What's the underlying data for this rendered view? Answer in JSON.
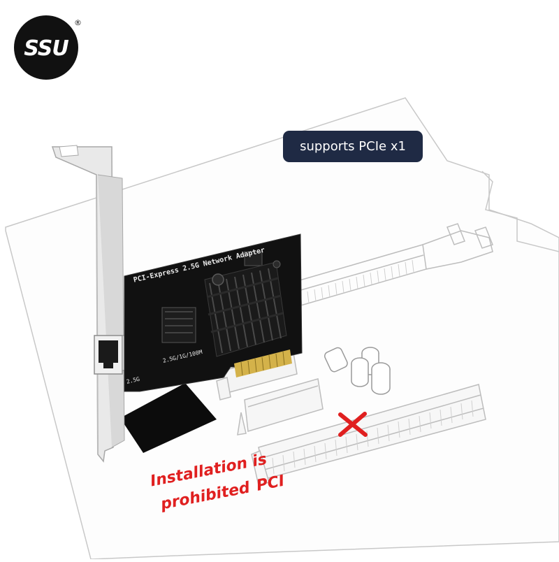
{
  "brand": {
    "name": "SSU",
    "registered_mark": "®",
    "logo_color": "#111111"
  },
  "badge": {
    "text": "supports PCIe x1",
    "background": "#1f2a44"
  },
  "warning": {
    "line1": "Installation is",
    "line2": "prohibited",
    "line2_tail": "PCI",
    "color": "#e02020"
  },
  "card": {
    "title": "PCI-Express 2.5G Network Adapter",
    "speed_label": "2.5G/1G/100M",
    "port_label": "2.5G"
  },
  "icons": {
    "rj45": "ethernet-port-icon",
    "forbidden": "red-x-icon"
  }
}
